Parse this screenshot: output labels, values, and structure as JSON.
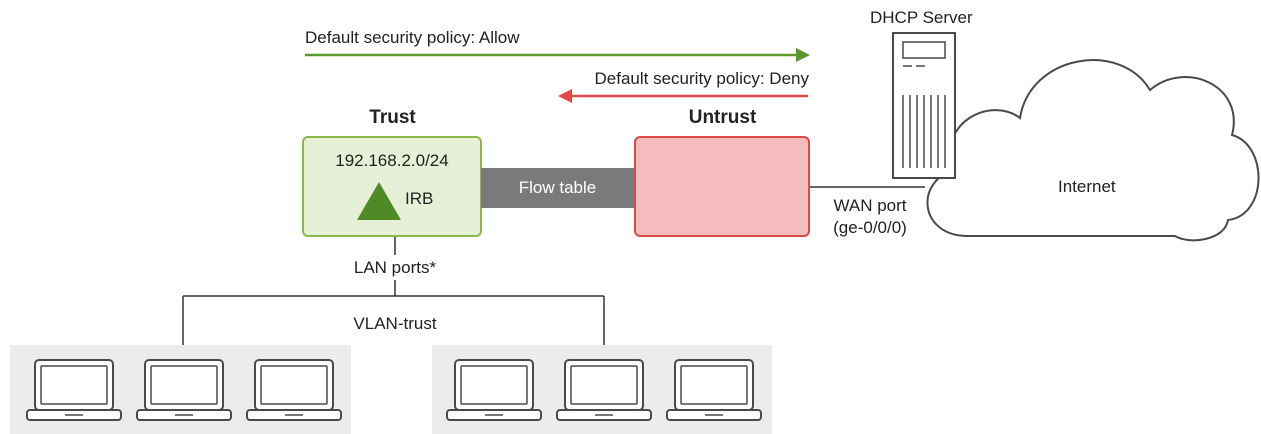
{
  "policies": {
    "allow": "Default security policy: Allow",
    "deny": "Default security policy: Deny"
  },
  "zones": {
    "trust": {
      "title": "Trust",
      "subnet": "192.168.2.0/24",
      "irb": "IRB"
    },
    "untrust": {
      "title": "Untrust"
    }
  },
  "flow_table": "Flow table",
  "dhcp_server": "DHCP Server",
  "internet": "Internet",
  "wan_port": {
    "line1": "WAN port",
    "line2": "(ge-0/0/0)"
  },
  "lan_ports": "LAN ports*",
  "vlan": "VLAN-trust",
  "colors": {
    "allow": "#5a9a2a",
    "deny": "#dd4a4a",
    "trust_fill": "#e6f0d6",
    "untrust_fill": "#f4bcbc",
    "flow_table": "#7a7a7a"
  },
  "icons": {
    "irb": "triangle-icon",
    "server": "server-icon",
    "cloud": "cloud-icon",
    "laptop": "laptop-icon"
  },
  "laptop_groups": [
    {
      "laptop_count": 3
    },
    {
      "laptop_count": 3
    }
  ]
}
